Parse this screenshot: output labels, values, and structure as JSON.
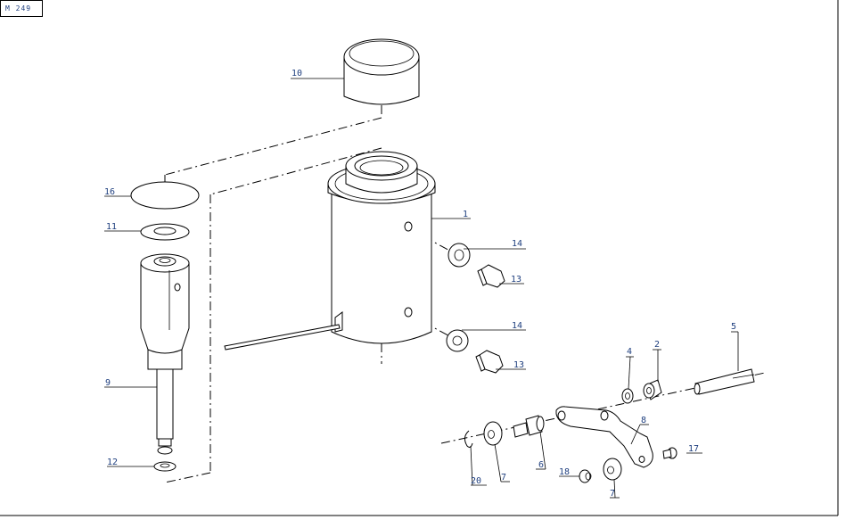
{
  "page": {
    "tag": "M 249"
  },
  "callouts": {
    "c1": "1",
    "c2": "2",
    "c4": "4",
    "c5": "5",
    "c6": "6",
    "c7a": "7",
    "c7b": "7",
    "c8": "8",
    "c9": "9",
    "c10": "10",
    "c11": "11",
    "c12": "12",
    "c13a": "13",
    "c13b": "13",
    "c14a": "14",
    "c14b": "14",
    "c16": "16",
    "c17": "17",
    "c18": "18",
    "c20": "20"
  },
  "colors": {
    "label": "#1f3f7f",
    "line": "#000000",
    "background": "#ffffff"
  }
}
